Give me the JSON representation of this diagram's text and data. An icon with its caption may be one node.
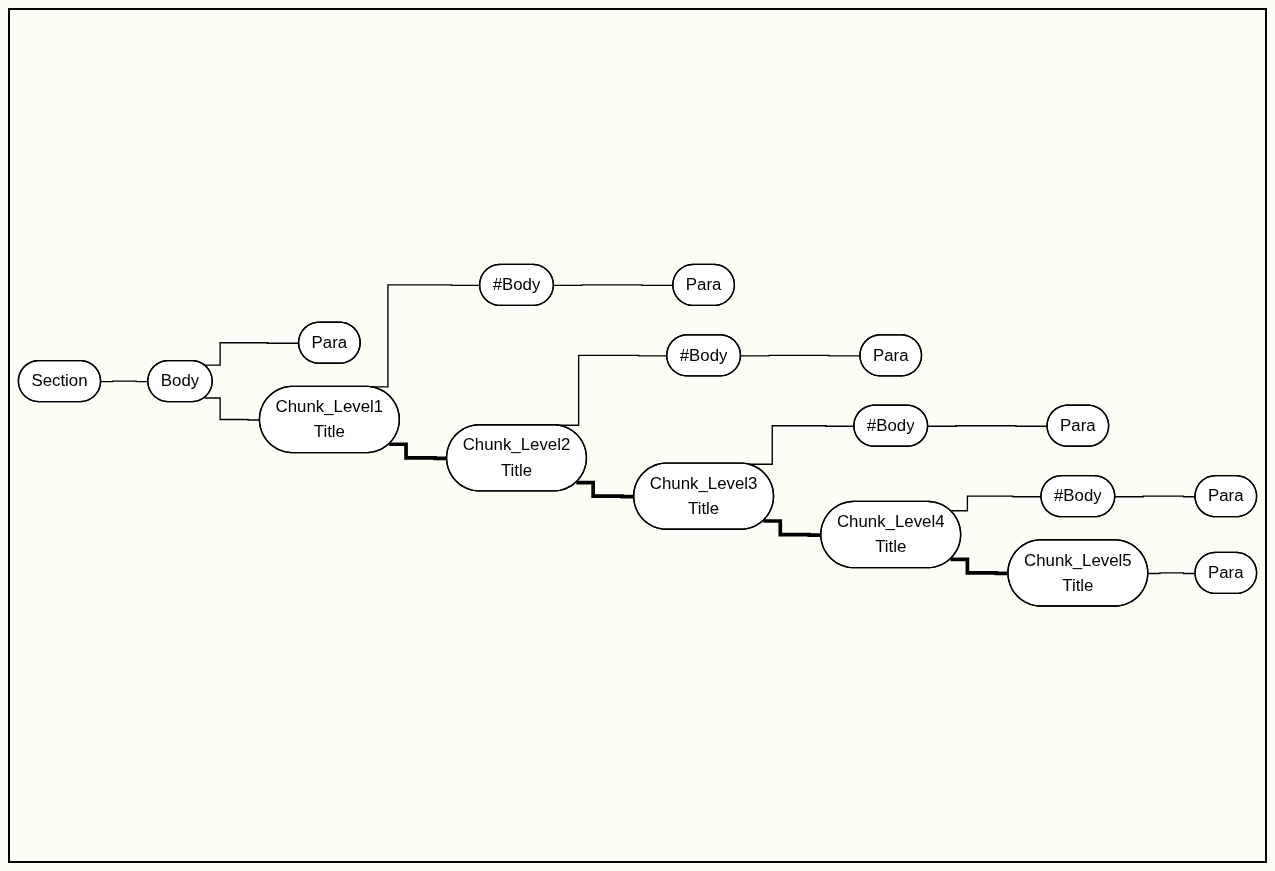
{
  "diagram": {
    "nodes": [
      {
        "text": [
          "Section"
        ]
      },
      {
        "text": [
          "Body"
        ]
      },
      {
        "text": [
          "Para"
        ]
      },
      {
        "text": [
          "Chunk_Level1",
          "Title"
        ]
      },
      {
        "text": [
          "#Body"
        ]
      },
      {
        "text": [
          "Para"
        ]
      },
      {
        "text": [
          "Chunk_Level2",
          "Title"
        ]
      },
      {
        "text": [
          "#Body"
        ]
      },
      {
        "text": [
          "Para"
        ]
      },
      {
        "text": [
          "Chunk_Level3",
          "Title"
        ]
      },
      {
        "text": [
          "#Body"
        ]
      },
      {
        "text": [
          "Para"
        ]
      },
      {
        "text": [
          "Chunk_Level4",
          "Title"
        ]
      },
      {
        "text": [
          "#Body"
        ]
      },
      {
        "text": [
          "Para"
        ]
      },
      {
        "text": [
          "Chunk_Level5",
          "Title"
        ]
      },
      {
        "text": [
          "Para"
        ]
      }
    ],
    "edges": [
      {
        "from": 0,
        "to": 1,
        "arrow": "none"
      },
      {
        "from": 1,
        "to": 2,
        "arrow": "none"
      },
      {
        "from": 1,
        "to": 3,
        "arrow": "none"
      },
      {
        "from": 3,
        "to": 4,
        "arrow": "none"
      },
      {
        "from": 4,
        "to": 5,
        "arrow": "none"
      },
      {
        "from": 3,
        "to": 6,
        "arrow": "none",
        "style": "thick"
      },
      {
        "from": 6,
        "to": 7,
        "arrow": "none"
      },
      {
        "from": 7,
        "to": 8,
        "arrow": "none"
      },
      {
        "from": 6,
        "to": 9,
        "arrow": "none",
        "style": "thick"
      },
      {
        "from": 9,
        "to": 10,
        "arrow": "none"
      },
      {
        "from": 10,
        "to": 11,
        "arrow": "none"
      },
      {
        "from": 9,
        "to": 12,
        "arrow": "none",
        "style": "thick"
      },
      {
        "from": 12,
        "to": 13,
        "arrow": "none"
      },
      {
        "from": 13,
        "to": 14,
        "arrow": "none"
      },
      {
        "from": 12,
        "to": 15,
        "arrow": "none",
        "style": "thick"
      },
      {
        "from": 15,
        "to": 16,
        "arrow": "none"
      }
    ]
  }
}
